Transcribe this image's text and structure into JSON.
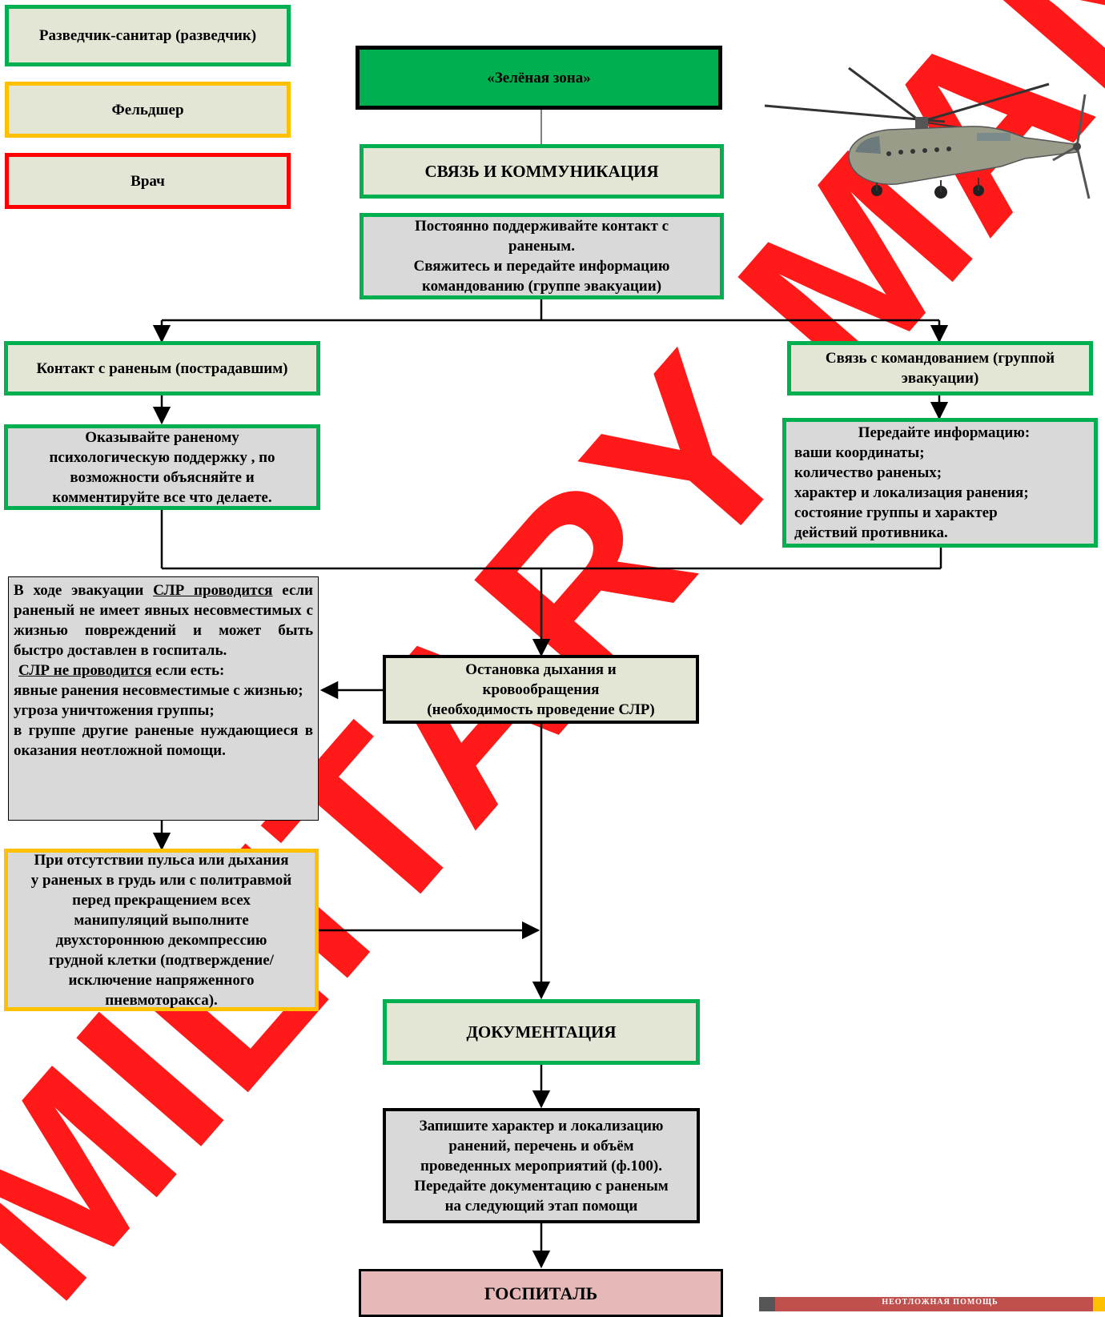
{
  "legend": {
    "scout": "Разведчик-санитар (разведчик)",
    "feldsher": "Фельдшер",
    "doctor": "Врач"
  },
  "zone": "«Зелёная зона»",
  "comms": {
    "title": "СВЯЗЬ И КОММУНИКАЦИЯ",
    "instruction": [
      "Постоянно поддерживайте контакт с",
      "раненым.",
      "Свяжитесь и передайте информацию",
      "командованию (группе эвакуации)"
    ]
  },
  "left_branch": {
    "title": "Контакт с раненым (пострадавшим)",
    "text": [
      "Оказывайте раненому",
      "психологическую поддержку , по",
      "возможности объясняйте и",
      "комментируйте все что делаете."
    ]
  },
  "right_branch": {
    "title": [
      "Связь с командованием (группой",
      "эвакуации)"
    ],
    "heading": "Передайте информацию:",
    "items": [
      "ваши координаты;",
      "количество раненых;",
      "характер и локализация ранения;",
      "состояние группы и характер",
      "действий противника."
    ]
  },
  "arrest": {
    "text": [
      "Остановка дыхания и",
      "кровообращения",
      "(необходимость проведение СЛР)"
    ]
  },
  "cpr": {
    "intro": "В ходе эвакуации",
    "cpr_done": "СЛР проводится",
    "cond1": "если раненый не имеет явных несовместимых с жизнью повреждений и может быть быстро доставлен в госпиталь.",
    "cpr_not": "СЛР не проводится",
    "cond2": "если есть:",
    "items": [
      "явные ранения несовместимые с жизнью;",
      "угроза уничтожения группы;",
      " в группе другие раненые нуждающиеся в оказания неотложной помощи."
    ]
  },
  "decompression": {
    "text": [
      "При отсутствии пульса или дыхания",
      "у раненых в грудь или с политравмой",
      "перед прекращением всех",
      "манипуляций выполните",
      "двухстороннюю декомпрессию",
      "грудной клетки  (подтверждение/",
      "исключение напряженного",
      "пневмоторакса)."
    ]
  },
  "documentation": {
    "title": "ДОКУМЕНТАЦИЯ",
    "text": [
      "Запишите характер и локализацию",
      "ранений, перечень и объём",
      "проведенных мероприятий (ф.100).",
      "Передайте документацию с раненым",
      "на следующий этап помощи"
    ]
  },
  "hospital": "ГОСПИТАЛЬ",
  "book_title": "НЕОТЛОЖНАЯ ПОМОЩЬ",
  "watermark": "MILITARY MAN",
  "colors": {
    "green": "#00b050",
    "yellow": "#ffc000",
    "red": "#ff0000",
    "box_fill": "#e3e6d5",
    "gray_fill": "#d9d9d9",
    "zone_fill": "#00b050",
    "hospital_fill": "#e6b8b7",
    "watermark": "#ff0000"
  }
}
